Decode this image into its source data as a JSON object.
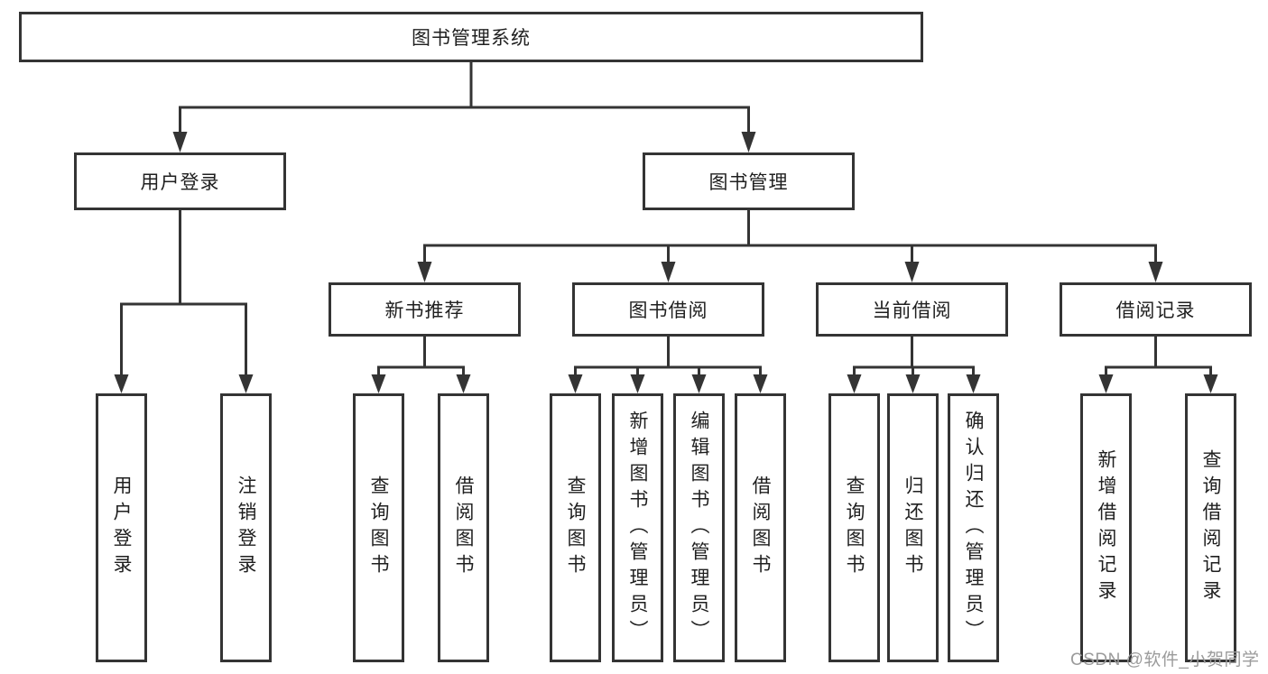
{
  "diagram_type": "tree",
  "hierarchy": {
    "label": "图书管理系统",
    "children": [
      {
        "label": "用户登录",
        "children": [
          {
            "label": "用户登录"
          },
          {
            "label": "注销登录"
          }
        ]
      },
      {
        "label": "图书管理",
        "children": [
          {
            "label": "新书推荐",
            "children": [
              {
                "label": "查询图书"
              },
              {
                "label": "借阅图书"
              }
            ]
          },
          {
            "label": "图书借阅",
            "children": [
              {
                "label": "查询图书"
              },
              {
                "label": "新增图书（管理员）"
              },
              {
                "label": "编辑图书（管理员）"
              },
              {
                "label": "借阅图书"
              }
            ]
          },
          {
            "label": "当前借阅",
            "children": [
              {
                "label": "查询图书"
              },
              {
                "label": "归还图书"
              },
              {
                "label": "确认归还（管理员）"
              }
            ]
          },
          {
            "label": "借阅记录",
            "children": [
              {
                "label": "新增借阅记录"
              },
              {
                "label": "查询借阅记录"
              }
            ]
          }
        ]
      }
    ]
  },
  "watermark": {
    "text": "CSDN @软件_小贺同学",
    "color": "#9b9b9b"
  },
  "colors": {
    "background": "#ffffff",
    "stroke": "#343434",
    "text": "#1f1f1f"
  }
}
